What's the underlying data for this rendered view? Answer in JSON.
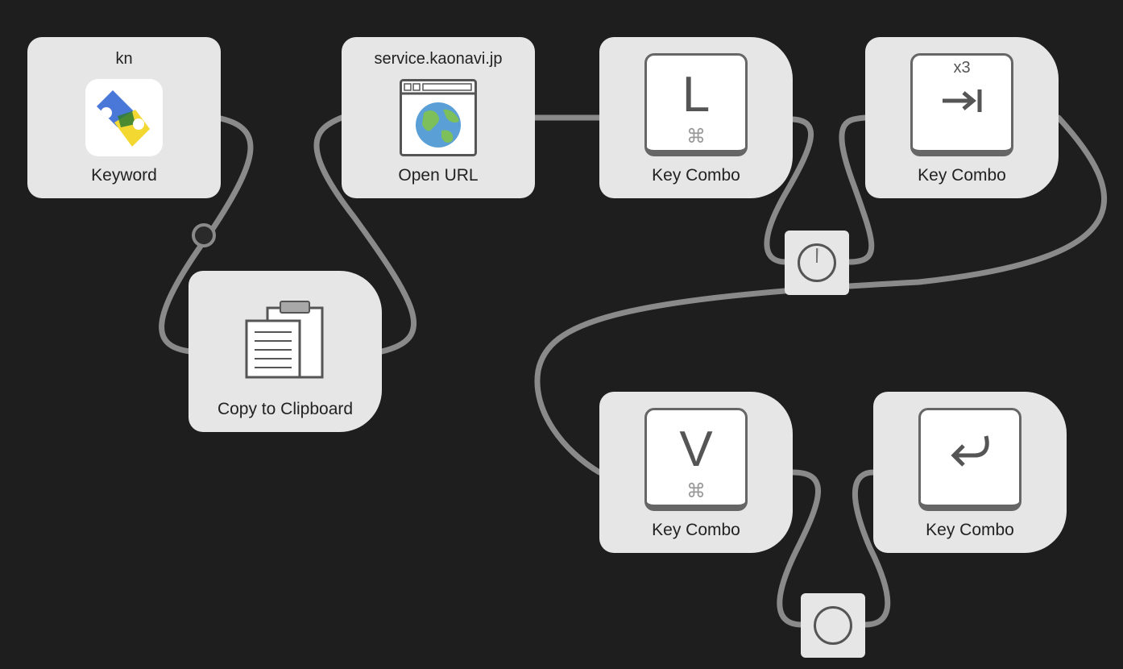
{
  "nodes": {
    "keyword": {
      "keyword": "kn",
      "label": "Keyword"
    },
    "copy": {
      "label": "Copy to Clipboard"
    },
    "open_url": {
      "url": "service.kaonavi.jp",
      "label": "Open URL"
    },
    "combo_l": {
      "key": "L",
      "modifier": "⌘",
      "label": "Key Combo"
    },
    "combo_tab": {
      "key": "→I",
      "repeat": "x3",
      "label": "Key Combo"
    },
    "combo_v": {
      "key": "V",
      "modifier": "⌘",
      "label": "Key Combo"
    },
    "combo_return": {
      "key": "↩",
      "label": "Key Combo"
    }
  },
  "colors": {
    "canvas": "#1e1e1e",
    "node": "#e6e6e6",
    "wire": "#8a8a8a"
  }
}
